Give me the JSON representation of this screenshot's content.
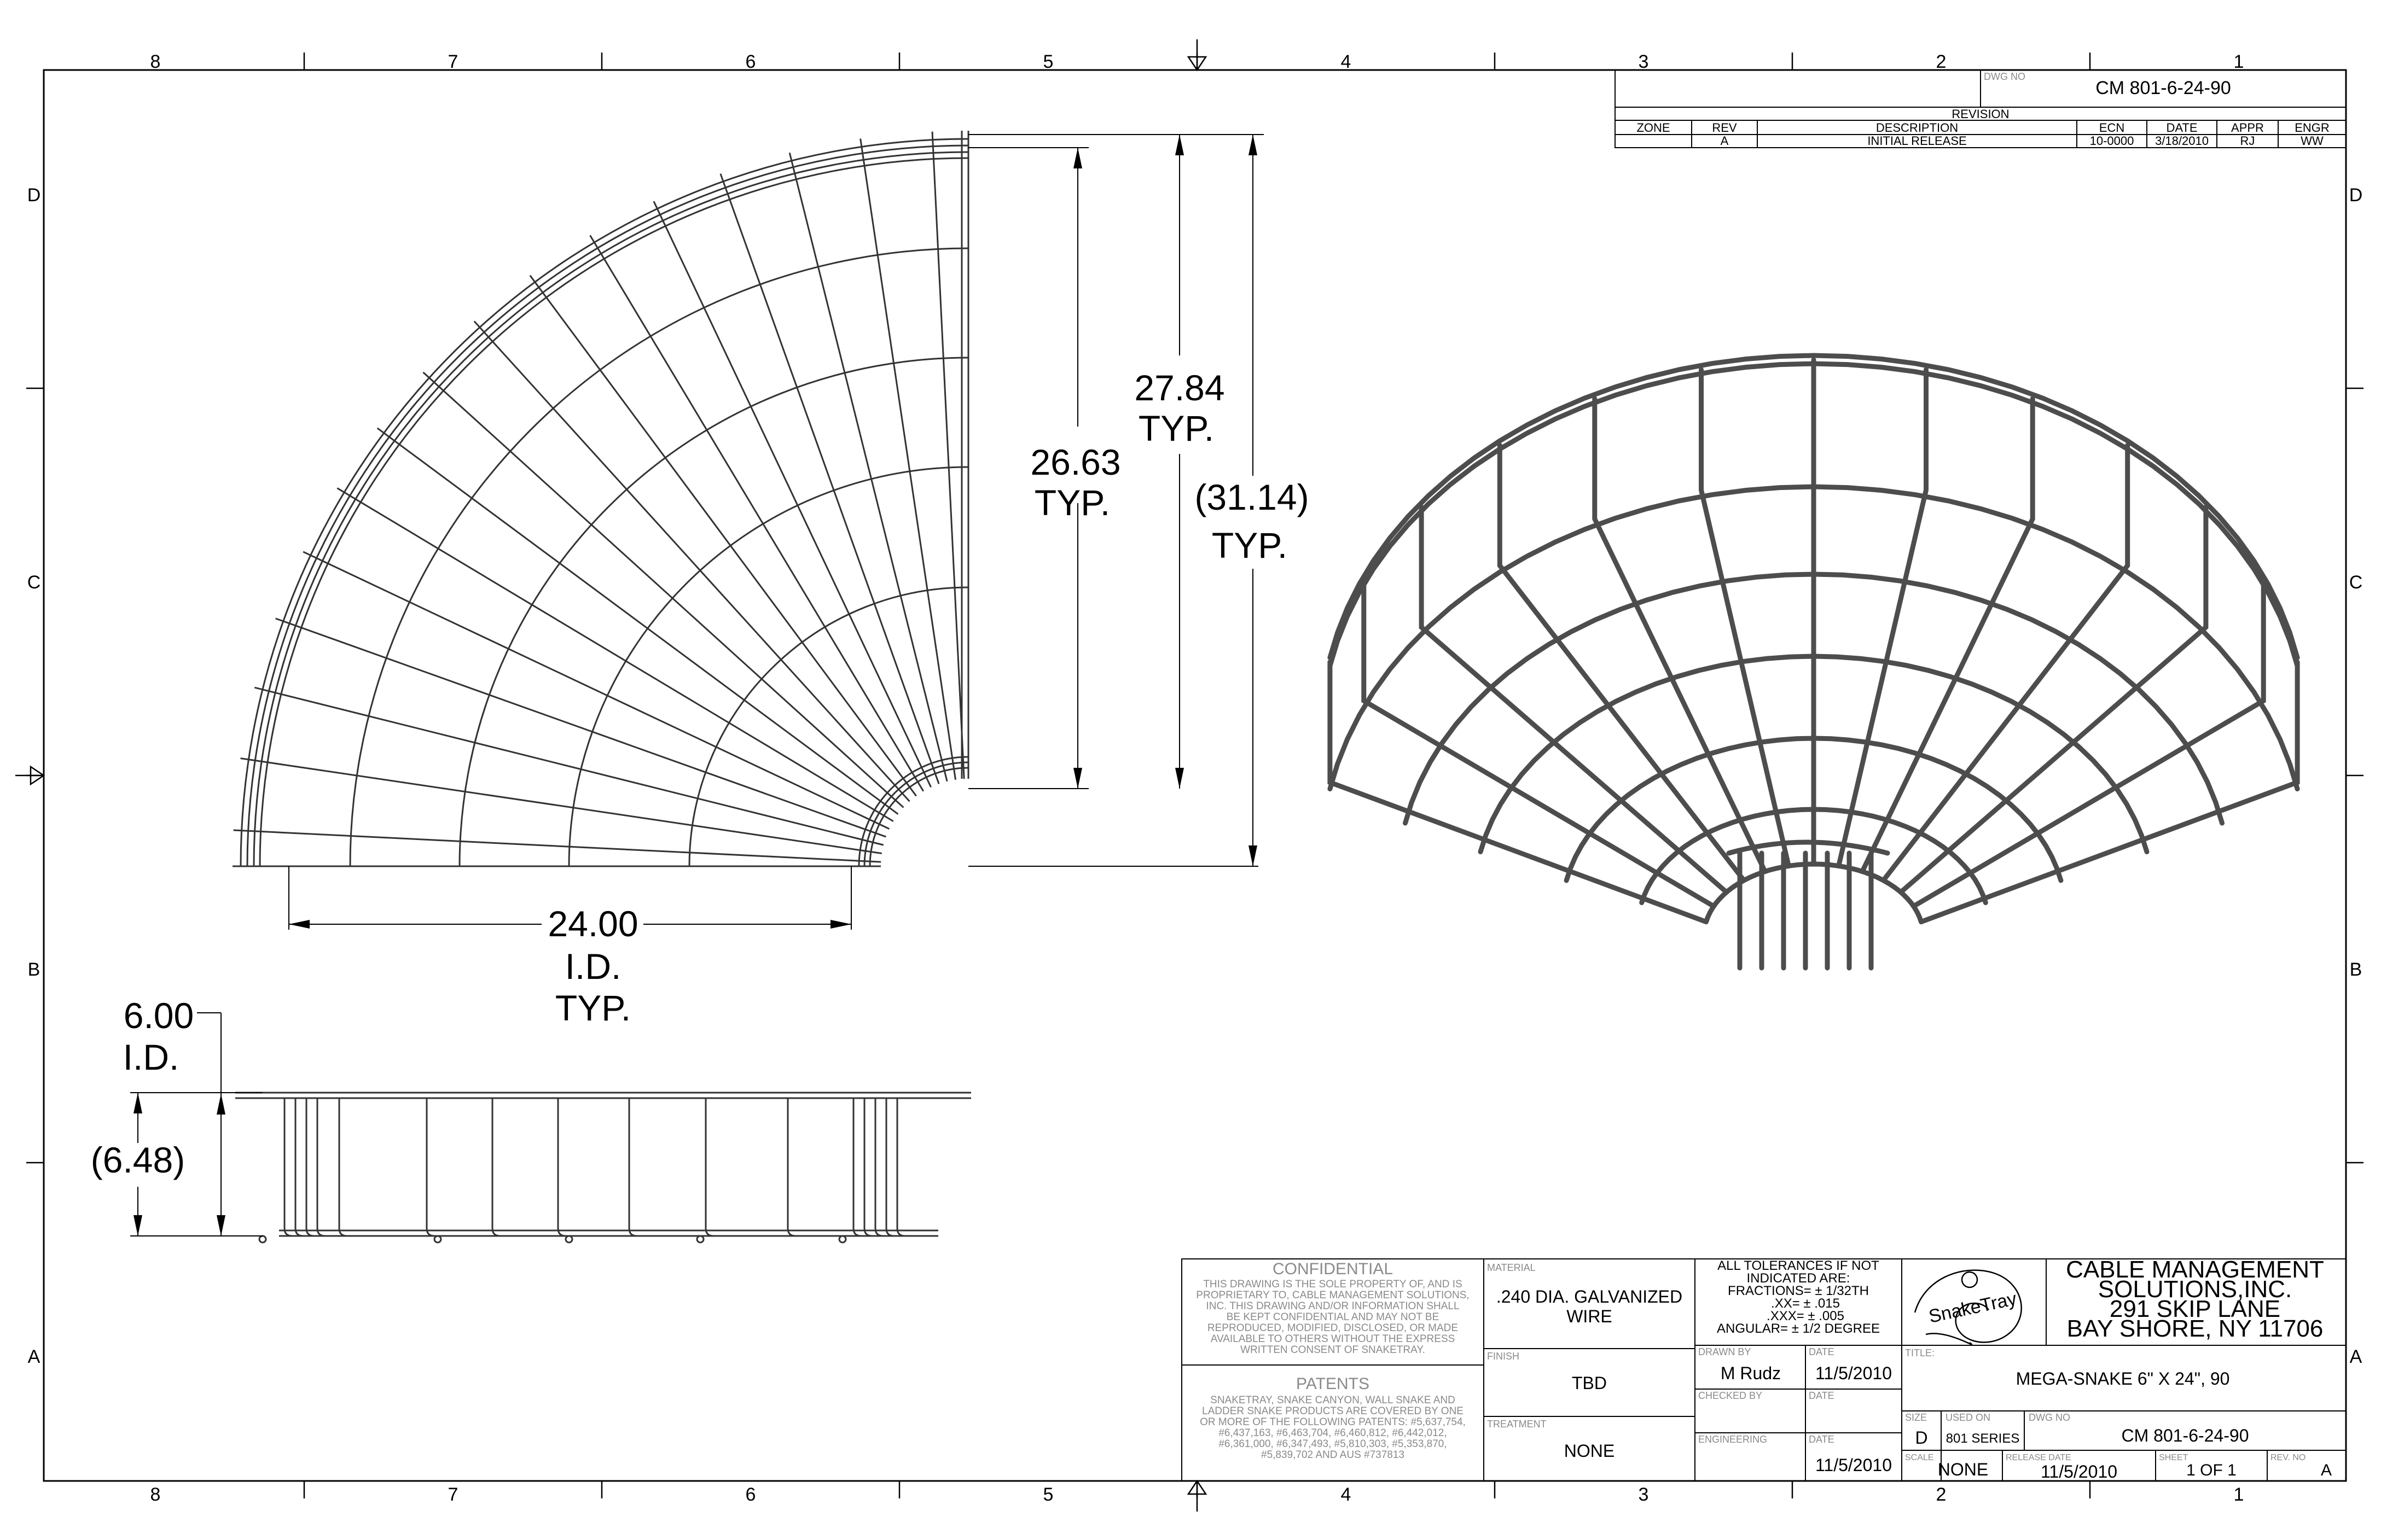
{
  "border": {
    "cols_top": [
      "8",
      "7",
      "6",
      "5",
      "4",
      "3",
      "2",
      "1"
    ],
    "cols_bottom": [
      "8",
      "7",
      "6",
      "5",
      "4",
      "3",
      "2",
      "1"
    ],
    "rows_left": [
      "D",
      "C",
      "B",
      "A"
    ],
    "rows_right": [
      "D",
      "C",
      "B",
      "A"
    ]
  },
  "revision_block": {
    "dwg_no_label": "DWG NO",
    "dwg_no": "CM 801-6-24-90",
    "title": "REVISION",
    "headers": [
      "ZONE",
      "REV",
      "DESCRIPTION",
      "ECN",
      "DATE",
      "APPR",
      "ENGR"
    ],
    "row": [
      "",
      "A",
      "INITIAL RELEASE",
      "10-0000",
      "3/18/2010",
      "RJ",
      "WW"
    ]
  },
  "dimensions": {
    "dim_26_63": "26.63",
    "dim_27_84": "27.84",
    "dim_31_14": "(31.14)",
    "dim_24_00": "24.00",
    "id_label": "I.D.",
    "typ": "TYP.",
    "dim_6_00": "6.00",
    "dim_6_48": "(6.48)"
  },
  "confidential": {
    "title": "CONFIDENTIAL",
    "lines": [
      "THIS DRAWING IS THE SOLE PROPERTY OF, AND IS",
      "PROPRIETARY TO, CABLE MANAGEMENT SOLUTIONS,",
      "INC. THIS DRAWING AND/OR INFORMATION SHALL",
      "BE KEPT CONFIDENTIAL AND MAY NOT BE",
      "REPRODUCED, MODIFIED, DISCLOSED, OR MADE",
      "AVAILABLE TO OTHERS WITHOUT THE EXPRESS",
      "WRITTEN CONSENT OF SNAKETRAY."
    ]
  },
  "patents": {
    "title": "PATENTS",
    "lines": [
      "SNAKETRAY, SNAKE CANYON, WALL SNAKE AND",
      "LADDER SNAKE PRODUCTS ARE COVERED BY ONE",
      "OR MORE OF THE FOLLOWING PATENTS: #5,637,754,",
      "#6,437,163, #6,463,704, #6,460,812, #6,442,012,",
      "#6,361,000, #6,347,493, #5,810,303, #5,353,870,",
      "#5,839,702 AND AUS #737813"
    ]
  },
  "material": {
    "label": "MATERIAL",
    "value_line1": ".240 DIA. GALVANIZED",
    "value_line2": "WIRE"
  },
  "finish": {
    "label": "FINISH",
    "value": "TBD"
  },
  "treatment": {
    "label": "TREATMENT",
    "value": "NONE"
  },
  "tolerances": {
    "lines": [
      "ALL TOLERANCES IF NOT",
      "INDICATED ARE:",
      "FRACTIONS= ± 1/32TH",
      ".XX= ± .015",
      ".XXX= ± .005",
      "ANGULAR= ± 1/2 DEGREE"
    ]
  },
  "drawn_by": {
    "label": "DRAWN BY",
    "value": "M Rudz",
    "date_label": "DATE",
    "date": "11/5/2010"
  },
  "checked_by": {
    "label": "CHECKED BY",
    "date_label": "DATE"
  },
  "engineering": {
    "label": "ENGINEERING",
    "date_label": "DATE",
    "date": "11/5/2010"
  },
  "logo_text": "SnakeTray",
  "company": {
    "line1": "CABLE MANAGEMENT",
    "line2": "SOLUTIONS,INC.",
    "line3": "291 SKIP LANE",
    "line4": "BAY SHORE, NY 11706"
  },
  "title_block": {
    "title_label": "TITLE:",
    "title": "MEGA-SNAKE 6\" X 24\", 90",
    "size_label": "SIZE",
    "size": "D",
    "used_on_label": "USED ON",
    "used_on": "801 SERIES",
    "dwg_no_label": "DWG NO",
    "dwg_no": "CM 801-6-24-90",
    "scale_label": "SCALE",
    "scale": "NONE",
    "release_label": "RELEASE DATE",
    "release": "11/5/2010",
    "sheet_label": "SHEET",
    "sheet": "1 OF 1",
    "rev_label": "REV. NO",
    "rev": "A"
  },
  "colors": {
    "line": "#000000",
    "wire": "#333333",
    "iso_wire": "#4d4d4d",
    "faint_text": "#8a8a8a"
  }
}
